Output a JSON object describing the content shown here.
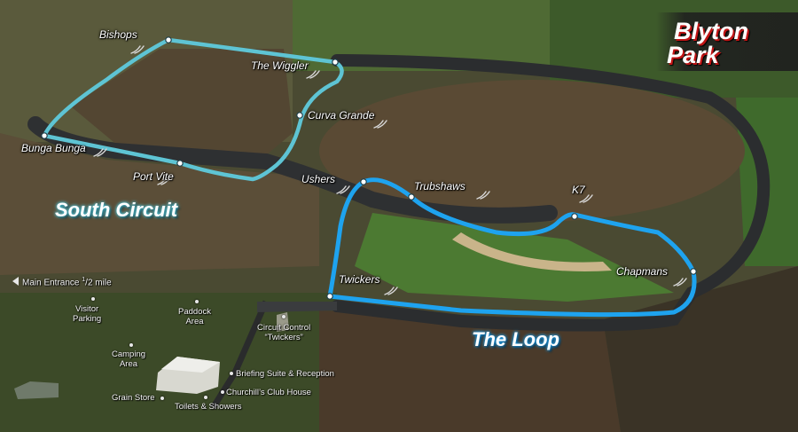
{
  "logo": {
    "line1": "Blyton",
    "line2": "Park"
  },
  "circuits": [
    {
      "name": "South Circuit",
      "color": "#5ec4d4"
    },
    {
      "name": "The Loop",
      "color": "#1ea3ef"
    }
  ],
  "corners": {
    "bishops": "Bishops",
    "the_wiggler": "The Wiggler",
    "curva_grande": "Curva Grande",
    "bunga_bunga": "Bunga Bunga",
    "port_vite": "Port Vite",
    "ushers": "Ushers",
    "trubshaws": "Trubshaws",
    "k7": "K7",
    "chapmans": "Chapmans",
    "twickers": "Twickers"
  },
  "entrance": {
    "text": "Main Entrance",
    "fraction_num": "1",
    "fraction_tail": "/2 mile"
  },
  "facilities": {
    "visitor_parking": [
      "Visitor",
      "Parking"
    ],
    "paddock_area": [
      "Paddock",
      "Area"
    ],
    "circuit_control": [
      "Circuit Control",
      "“Twickers”"
    ],
    "camping_area": [
      "Camping",
      "Area"
    ],
    "briefing_suite": "Briefing Suite & Reception",
    "churchills_club_house": "Churchill’s Club House",
    "grain_store": "Grain Store",
    "toilets_showers": "Toilets & Showers"
  }
}
